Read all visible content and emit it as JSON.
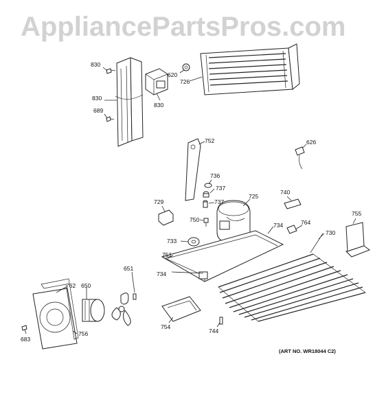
{
  "watermark": "AppliancePartsPros.com",
  "art_number": "(ART NO. WR18044 C2)",
  "callouts": {
    "c830a": "830",
    "c830b": "830",
    "c830c": "830",
    "c689": "689",
    "c620": "620",
    "c726": "726",
    "c752": "752",
    "c626": "626",
    "c736": "736",
    "c737a": "737",
    "c737b": "737",
    "c725": "725",
    "c740": "740",
    "c729": "729",
    "c750": "750",
    "c734a": "734",
    "c764": "764",
    "c755": "755",
    "c730": "730",
    "c733": "733",
    "c751": "751",
    "c734b": "734",
    "c651": "651",
    "c762": "762",
    "c650": "650",
    "c756": "756",
    "c754": "754",
    "c744": "744",
    "c683": "683"
  }
}
